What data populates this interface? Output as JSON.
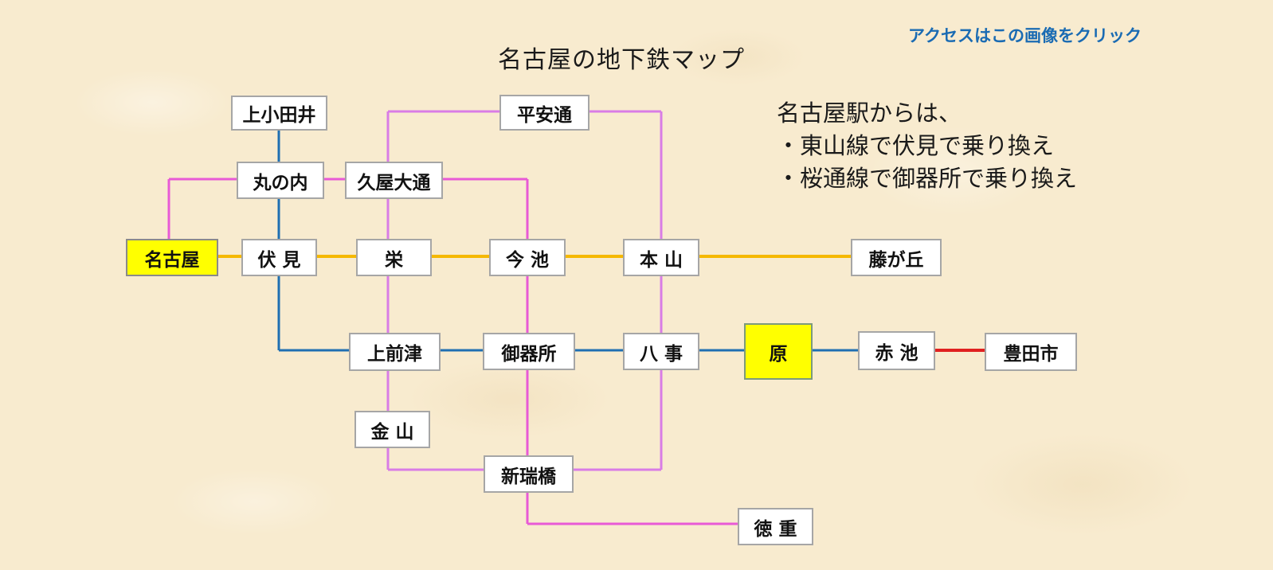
{
  "title": "名古屋の地下鉄マップ",
  "access_link": "アクセスはこの画像をクリック",
  "transfer_note": {
    "line1": "名古屋駅からは、",
    "line2": "・東山線で伏見で乗り換え",
    "line3": "・桜通線で御器所で乗り換え"
  },
  "colors": {
    "background": "#f8ebcf",
    "higashiyama_line": "#f5b800",
    "tsurumai_line": "#1f6fb2",
    "meijo_line": "#d97ce6",
    "sakuradori_line": "#e85ad6",
    "meitetsu_line": "#e02020",
    "highlight_station": "#ffff00"
  },
  "stations": {
    "kamiotai": "上小田井",
    "marunouchi": "丸の内",
    "hisayaodori": "久屋大通",
    "heian_dori": "平安通",
    "nagoya": "名古屋",
    "fushimi": "伏 見",
    "sakae": "栄",
    "imaike": "今 池",
    "motoyama": "本 山",
    "fujigaoka": "藤が丘",
    "kamimaezu": "上前津",
    "gokiso": "御器所",
    "yagoto": "八 事",
    "hara": "原",
    "akaike": "赤 池",
    "toyotashi": "豊田市",
    "kanayama": "金 山",
    "aratamabashi": "新瑞橋",
    "tokushige": "徳 重"
  }
}
